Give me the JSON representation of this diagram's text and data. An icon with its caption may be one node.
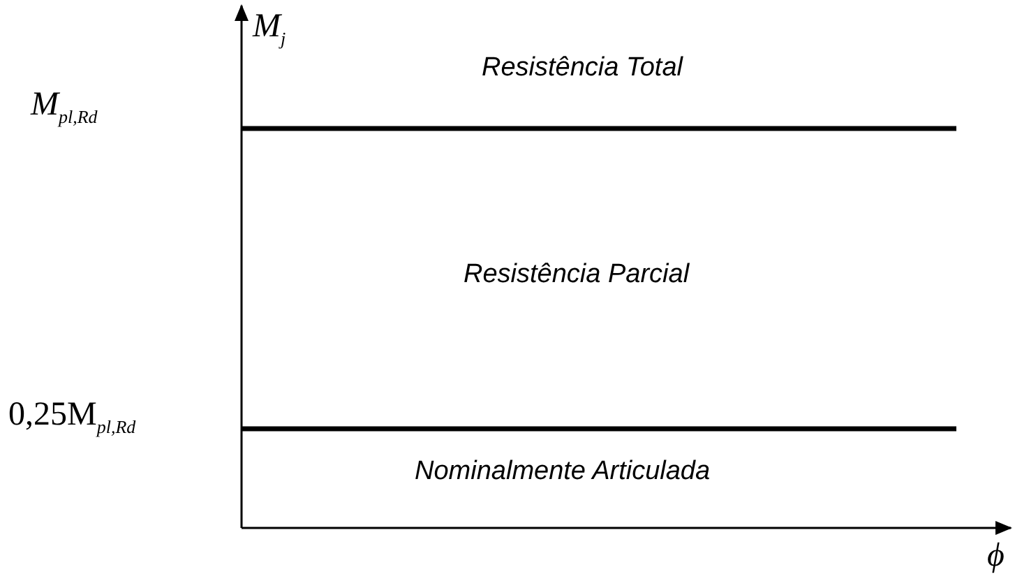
{
  "diagram": {
    "labels": [
      "*M*$_{j}$",
      "*M*$_{pl,Rd}$",
      "Resistência Total",
      "Resistência Parcial",
      "0,25M$_{pl,Rd}$",
      "Nominalmente Articulada",
      "*ϕ*"
    ]
  }
}
